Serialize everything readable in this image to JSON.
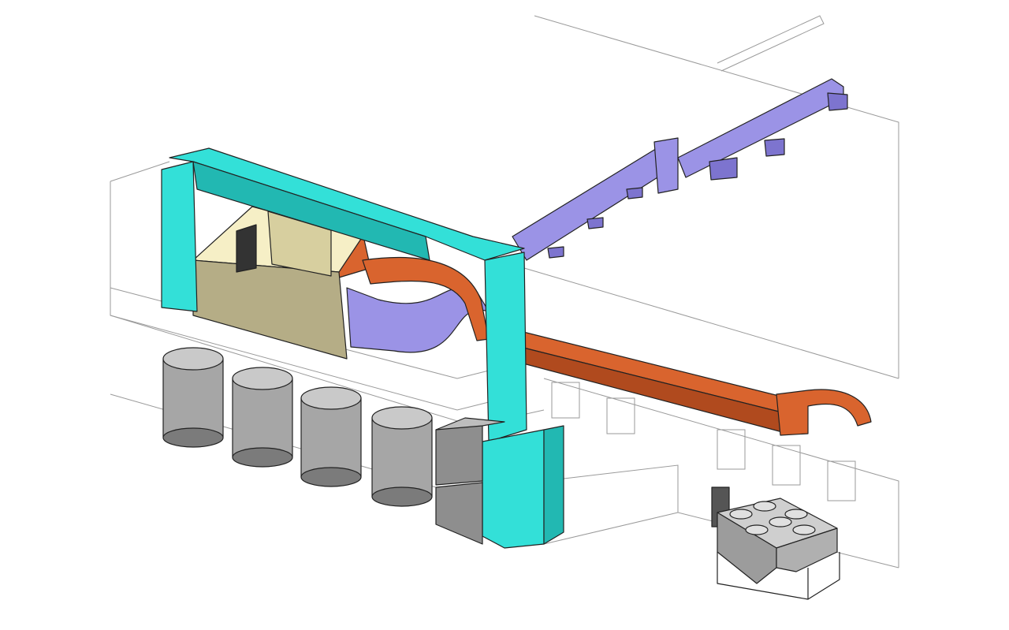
{
  "colors": {
    "supply_duct": "#33e0d8",
    "supply_duct_shade": "#22b8b2",
    "exhaust_duct": "#9b93e6",
    "exhaust_duct_shade": "#7d74cf",
    "return_duct": "#d9642e",
    "return_duct_shade": "#b04a1e",
    "air_handler_top": "#f6efc6",
    "air_handler_side": "#b5ad86",
    "tank": "#a6a6a6",
    "tank_shade": "#7b7b7b",
    "building_line": "#9a9a9a"
  },
  "components": [
    "building",
    "supply-duct",
    "exhaust-duct",
    "return-duct",
    "air-handling-unit",
    "storage-tanks",
    "fan-units",
    "dust-collector"
  ]
}
